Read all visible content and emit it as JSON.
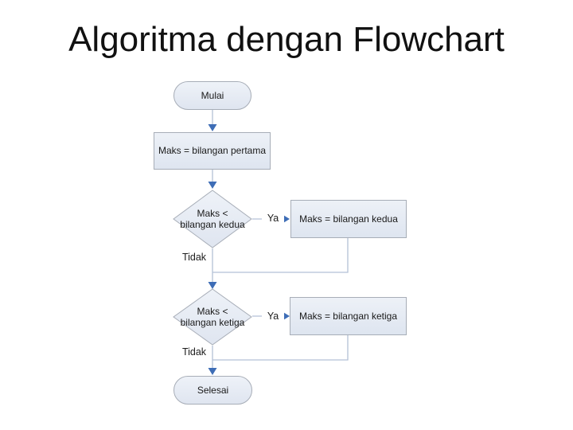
{
  "title": "Algoritma dengan Flowchart",
  "colors": {
    "background": "#ffffff",
    "title_text": "#111111",
    "shape_fill_top": "#eef2f8",
    "shape_fill_bottom": "#dfe5f0",
    "shape_border": "#a7adb7",
    "connector_line": "#b4c1d6",
    "arrowhead": "#3e6db6",
    "node_text": "#1a1a1a"
  },
  "flowchart": {
    "nodes": [
      {
        "id": "start",
        "type": "terminator",
        "label": "Mulai"
      },
      {
        "id": "assign-first",
        "type": "process",
        "label": "Maks = bilangan pertama"
      },
      {
        "id": "decision-second",
        "type": "decision",
        "label_line1": "Maks <",
        "label_line2": "bilangan kedua"
      },
      {
        "id": "assign-second",
        "type": "process",
        "label": "Maks = bilangan kedua"
      },
      {
        "id": "decision-third",
        "type": "decision",
        "label_line1": "Maks <",
        "label_line2": "bilangan ketiga"
      },
      {
        "id": "assign-third",
        "type": "process",
        "label": "Maks = bilangan ketiga"
      },
      {
        "id": "end",
        "type": "terminator",
        "label": "Selesai"
      }
    ],
    "edge_labels": {
      "yes1": "Ya",
      "no1": "Tidak",
      "yes2": "Ya",
      "no2": "Tidak"
    }
  }
}
